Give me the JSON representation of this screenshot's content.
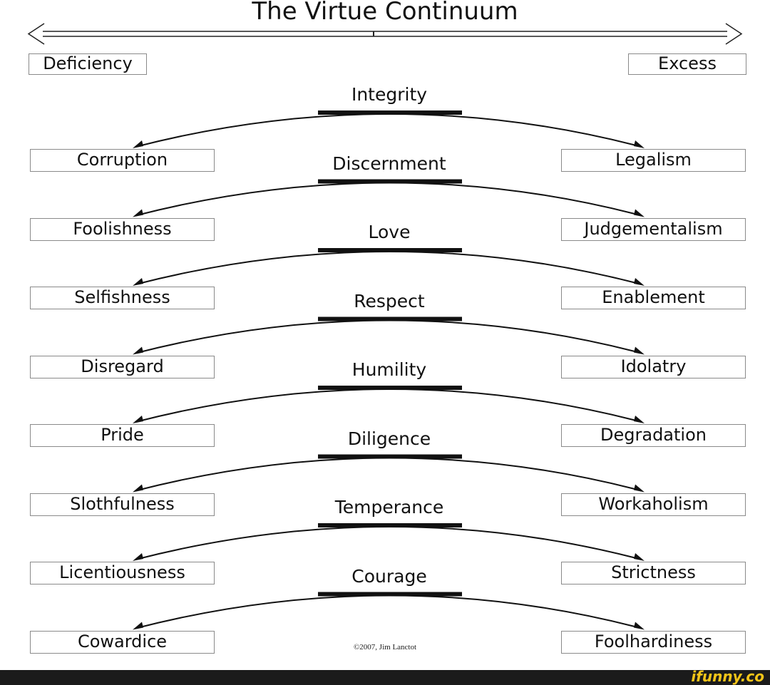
{
  "title": "The Virtue Continuum",
  "scale": {
    "left": "Deficiency",
    "right": "Excess"
  },
  "rows": [
    {
      "virtue": "Integrity",
      "deficiency": "Corruption",
      "excess": "Legalism"
    },
    {
      "virtue": "Discernment",
      "deficiency": "Foolishness",
      "excess": "Judgementalism"
    },
    {
      "virtue": "Love",
      "deficiency": "Selfishness",
      "excess": "Enablement"
    },
    {
      "virtue": "Respect",
      "deficiency": "Disregard",
      "excess": "Idolatry"
    },
    {
      "virtue": "Humility",
      "deficiency": "Pride",
      "excess": "Degradation"
    },
    {
      "virtue": "Diligence",
      "deficiency": "Slothfulness",
      "excess": "Workaholism"
    },
    {
      "virtue": "Temperance",
      "deficiency": "Licentiousness",
      "excess": "Strictness"
    },
    {
      "virtue": "Courage",
      "deficiency": "Cowardice",
      "excess": "Foolhardiness"
    }
  ],
  "credit": "©2007, Jim Lanctot",
  "watermark": "ifunny.co",
  "colors": {
    "line": "#111111",
    "box_border": "#8a8a8a",
    "footer": "#1b1b1b",
    "watermark": "#f5c518"
  }
}
